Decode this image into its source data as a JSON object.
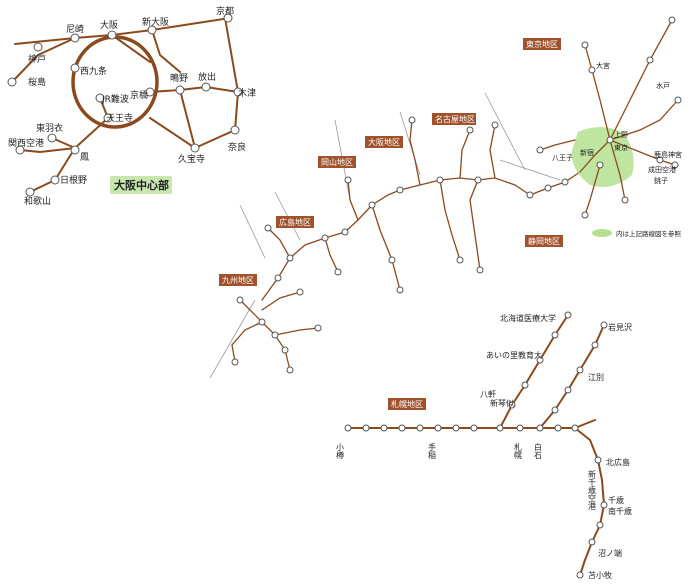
{
  "colors": {
    "track": "#8b4a1e",
    "region_box": "#a0522d",
    "osaka_label_bg": "#c8e6b0",
    "tokyo_zone": "#b5e08f",
    "station_fill": "#ffffff"
  },
  "osaka_center": {
    "label": "大阪中心部",
    "stations": {
      "kyoto": "京都",
      "amagasaki": "尼崎",
      "osaka": "大阪",
      "shin_osaka": "新大阪",
      "kobe": "神戸",
      "sakurajima": "桜島",
      "nishikujo": "西九条",
      "jr_namba": "JR難波",
      "kyobashi": "京橋",
      "shigino": "鴫野",
      "hanaten": "放出",
      "kizu": "木津",
      "tennoji": "天王寺",
      "higashi_hagoromo": "東羽衣",
      "kansai_airport": "関西空港",
      "otori": "鳳",
      "hineno": "日根野",
      "wakayama": "和歌山",
      "kyuhoji": "久宝寺",
      "nara": "奈良"
    }
  },
  "regions": {
    "tokyo": "東京地区",
    "nagoya": "名古屋地区",
    "osaka": "大阪地区",
    "okayama": "岡山地区",
    "hiroshima": "広島地区",
    "kyushu": "九州地区",
    "shizuoka": "静岡地区",
    "sapporo": "札幌地区"
  },
  "tokyo_legend": "内は上記路線図を参照",
  "tokyo_stations": {
    "tokyo": "東京",
    "ueno": "上野",
    "omiya": "大宮",
    "shinjuku": "新宿",
    "hachioji": "八王子",
    "kashima_jingu": "鹿島神宮",
    "narita_airport": "成田空港",
    "choshi": "銚子",
    "mito": "水戸"
  },
  "sapporo_stations": {
    "sapporo": "札幌",
    "otaru": "小樽",
    "teine": "手稲",
    "shin_chitose_airport": "新千歳空港",
    "chitose": "千歳",
    "tomakomai": "苫小牧",
    "iwamizawa": "岩見沢",
    "ebetsu": "江別",
    "hokkaido_iryo": "北海道医療大学",
    "ainosato_kyoikudai": "あいの里教育大",
    "shinkotoni": "新琴似",
    "hassamu": "八軒",
    "shiroishi": "白石",
    "minami_chitose": "南千歳",
    "numanohata": "沼ノ端",
    "kitahiroshima": "北広島"
  }
}
